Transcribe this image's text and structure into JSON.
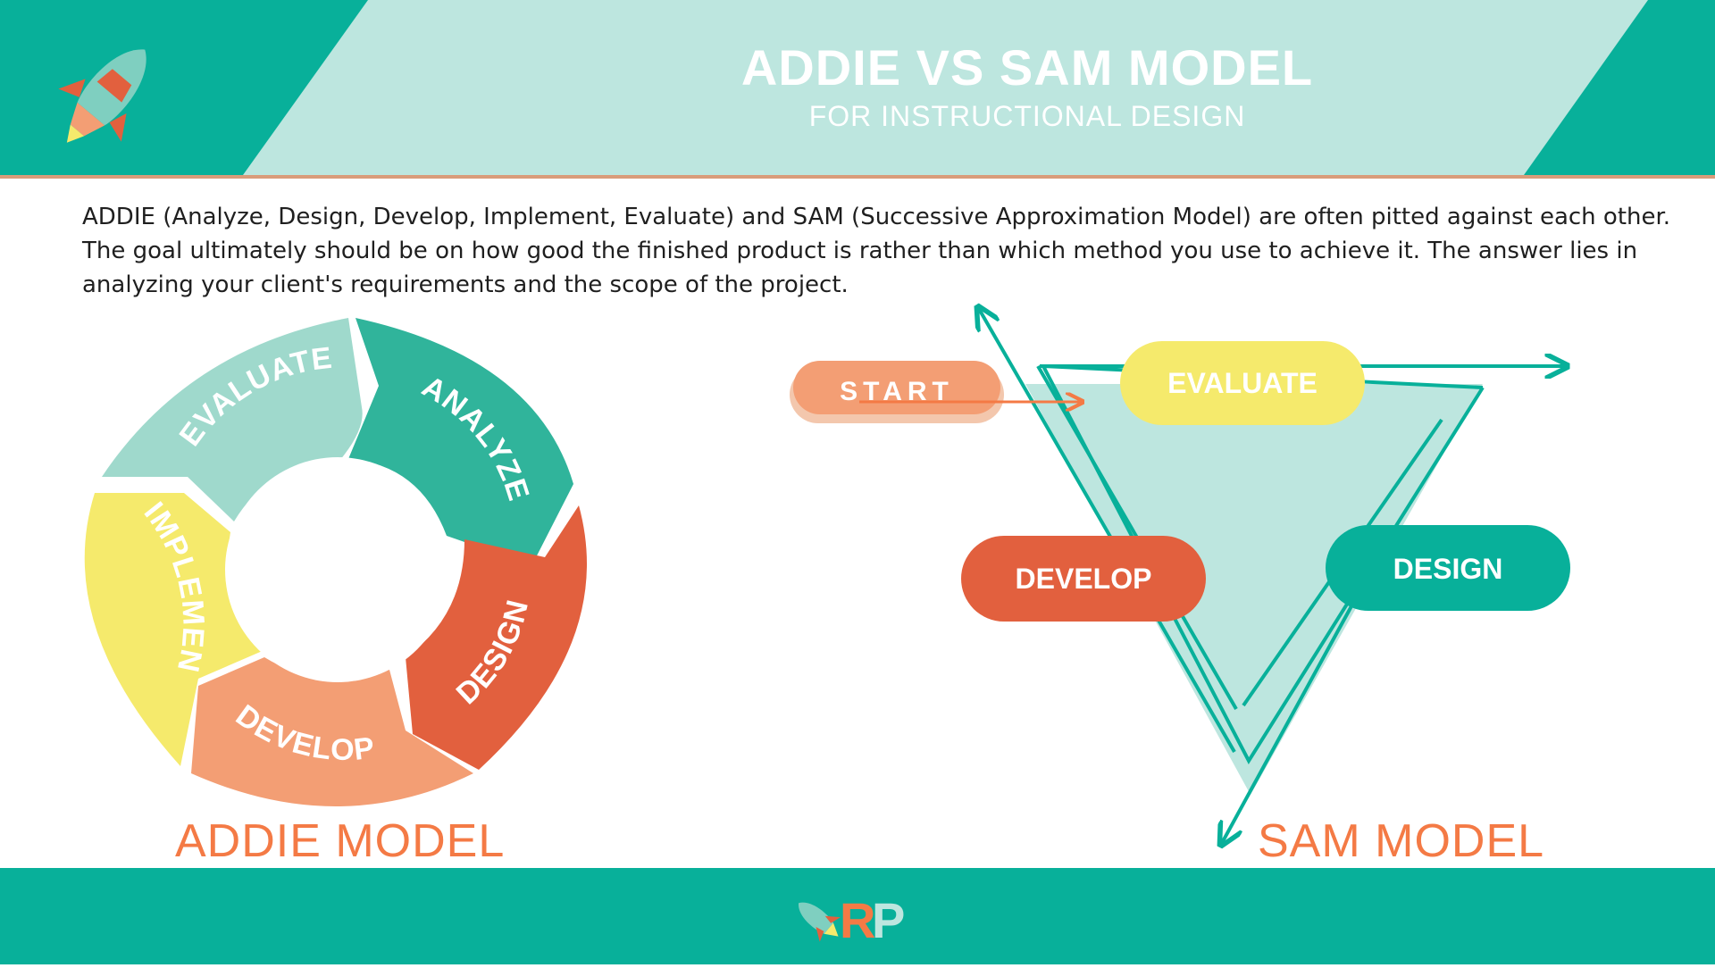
{
  "header": {
    "title": "ADDIE VS SAM MODEL",
    "subtitle": "FOR INSTRUCTIONAL DESIGN"
  },
  "intro": "ADDIE (Analyze, Design, Develop, Implement, Evaluate) and SAM (Successive Approximation Model) are often pitted against each other. The goal ultimately should be on how good the finished product is rather than which method you use to achieve it.  The answer lies in analyzing your client's requirements and the scope of the project.",
  "addie": {
    "caption": "ADDIE MODEL",
    "stages": [
      "EVALUATE",
      "ANALYZE",
      "DESIGN",
      "DEVELOP",
      "IMPLEMENT"
    ]
  },
  "sam": {
    "caption": "SAM MODEL",
    "start": "START",
    "evaluate": "EVALUATE",
    "develop": "DEVELOP",
    "design": "DESIGN"
  },
  "footer": {
    "logo_letters": [
      "R",
      "P"
    ]
  },
  "colors": {
    "teal": "#08b09a",
    "mint": "#bde6df",
    "orange": "#f47a45",
    "red_orange": "#e2603e",
    "salmon": "#f39e74",
    "yellow": "#f5ea6c",
    "light_teal": "#9fd9cc",
    "mid_teal": "#30b49b"
  }
}
